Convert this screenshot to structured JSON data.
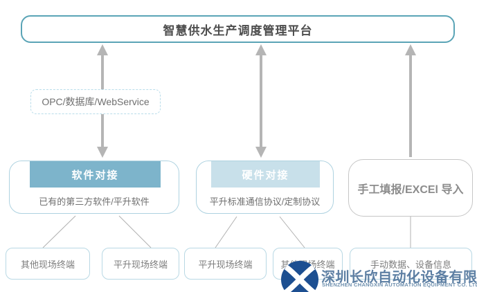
{
  "title": "智慧供水生产调度管理平台",
  "connection_label": "OPC/数据库/WebService",
  "middle_boxes": [
    {
      "header": "软件对接",
      "description": "已有的第三方软件/平升软件"
    },
    {
      "header": "硬件对接",
      "description": "平升标准通信协议/定制协议"
    },
    {
      "label": "手工填报/EXCEl 导入"
    }
  ],
  "bottom_boxes": [
    {
      "label": "其他现场终端"
    },
    {
      "label": "平升现场终端"
    },
    {
      "label": "平升现场终端"
    },
    {
      "label": "其他现场终端"
    },
    {
      "label": "手动数据、设备信息"
    }
  ],
  "watermark": {
    "company_cn": "深圳长欣自动化设备有限公司",
    "company_en": "SHENZHEN CHANGXIN AUTOMATION EQUIPMENT CO. LTD"
  },
  "colors": {
    "title_border": "#5aa4b6",
    "arrow_gray": "#b5b5b5",
    "line_gray": "#b0b0b0",
    "box_border_blue": "#aed2e0",
    "bottom_border_blue": "#b8d8e4",
    "header_dark": "#7db4cb",
    "header_light": "#c8e0ea",
    "manual_border": "#c6c6c6",
    "text_dark": "#4d4d4d",
    "text_gray": "#6f6f6f",
    "text_light_gray": "#8c8c8c",
    "bottom_text": "#7d7d7d",
    "logo_blue": "#1d4f91",
    "brand_text": "#5d7fa3",
    "brand_text_en": "#6e8fae",
    "dashed_border": "#b8dcea"
  }
}
